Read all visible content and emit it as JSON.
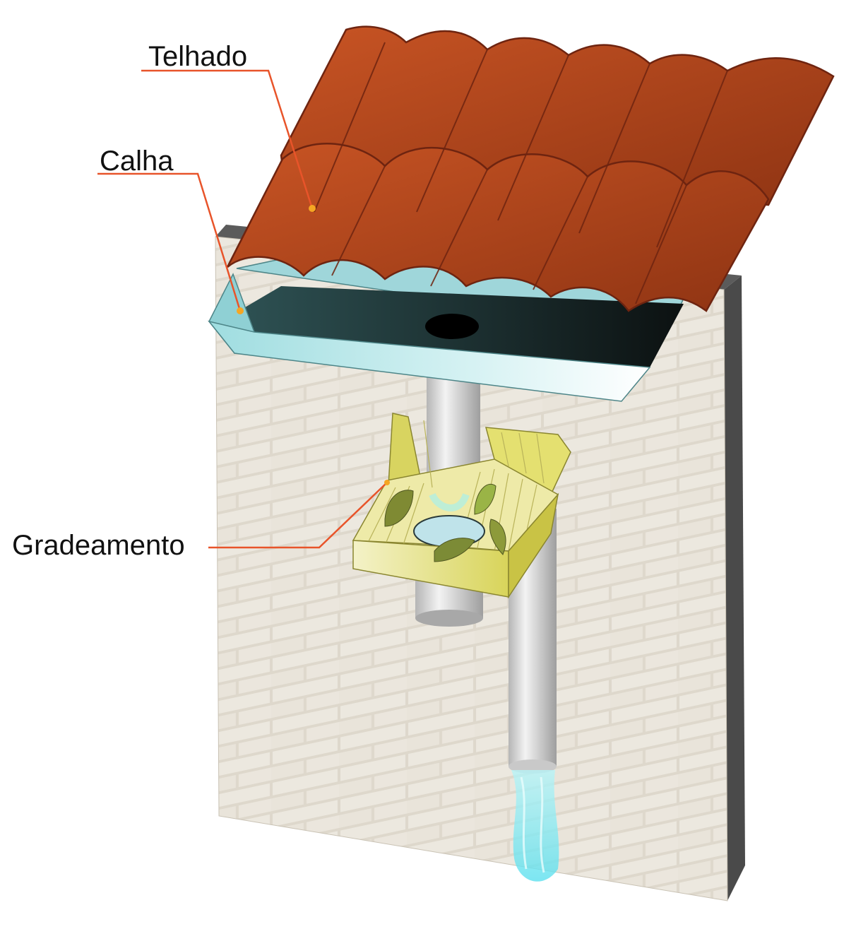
{
  "labels": {
    "roof": "Telhado",
    "gutter": "Calha",
    "screen": "Gradeamento"
  },
  "colors": {
    "leader_line": "#e8542a",
    "marker_dot": "#f5a623",
    "tile": "#b8491f",
    "tile_dark": "#6e2410",
    "gutter": "#a9e3e6",
    "gutter_inside": "#1b3a3b",
    "wall": "#e7e2d8",
    "mortar": "#f6f3ed",
    "pipe": "#d9d9d9",
    "screen_box": "#e6e27a",
    "leaf": "#8d9a3a",
    "water": "#7fe6f0"
  },
  "icons": [
    "roof-tiles-icon",
    "gutter-icon",
    "downspout-icon",
    "leaf-screen-icon",
    "leaf-icon",
    "water-flow-icon"
  ]
}
